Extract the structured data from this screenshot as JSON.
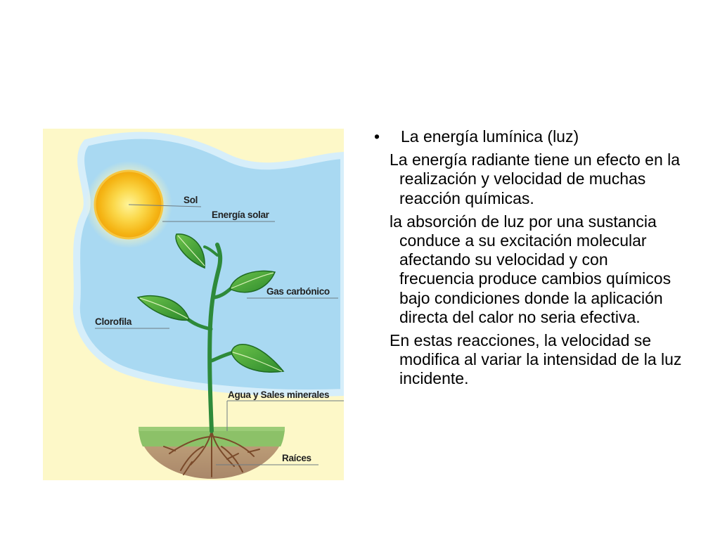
{
  "diagram": {
    "labels": {
      "sol": "Sol",
      "energia_solar": "Energía solar",
      "gas_carbonico": "Gas carbónico",
      "clorofila": "Clorofila",
      "agua_sales": "Agua y Sales minerales",
      "raices": "Raíces"
    },
    "colors": {
      "background": "#fdf8c8",
      "sky": "#a8d8f0",
      "sun": "#f7c520",
      "leaf": "#3a9a3a",
      "stem": "#2e8a3a",
      "grass": "#8cc168",
      "soil": "#b89a72",
      "roots": "#7a4a2a"
    }
  },
  "text": {
    "bullet": "La energía lumínica (luz)",
    "paragraphs": [
      "La energía radiante tiene un efecto en la realización y velocidad de muchas reacción químicas.",
      "la absorción de luz por una sustancia conduce a su excitación molecular afectando su velocidad y con frecuencia produce cambios químicos bajo condiciones donde la aplicación directa del calor no seria efectiva.",
      "En estas reacciones, la velocidad se modifica al variar la intensidad de la luz incidente."
    ]
  }
}
